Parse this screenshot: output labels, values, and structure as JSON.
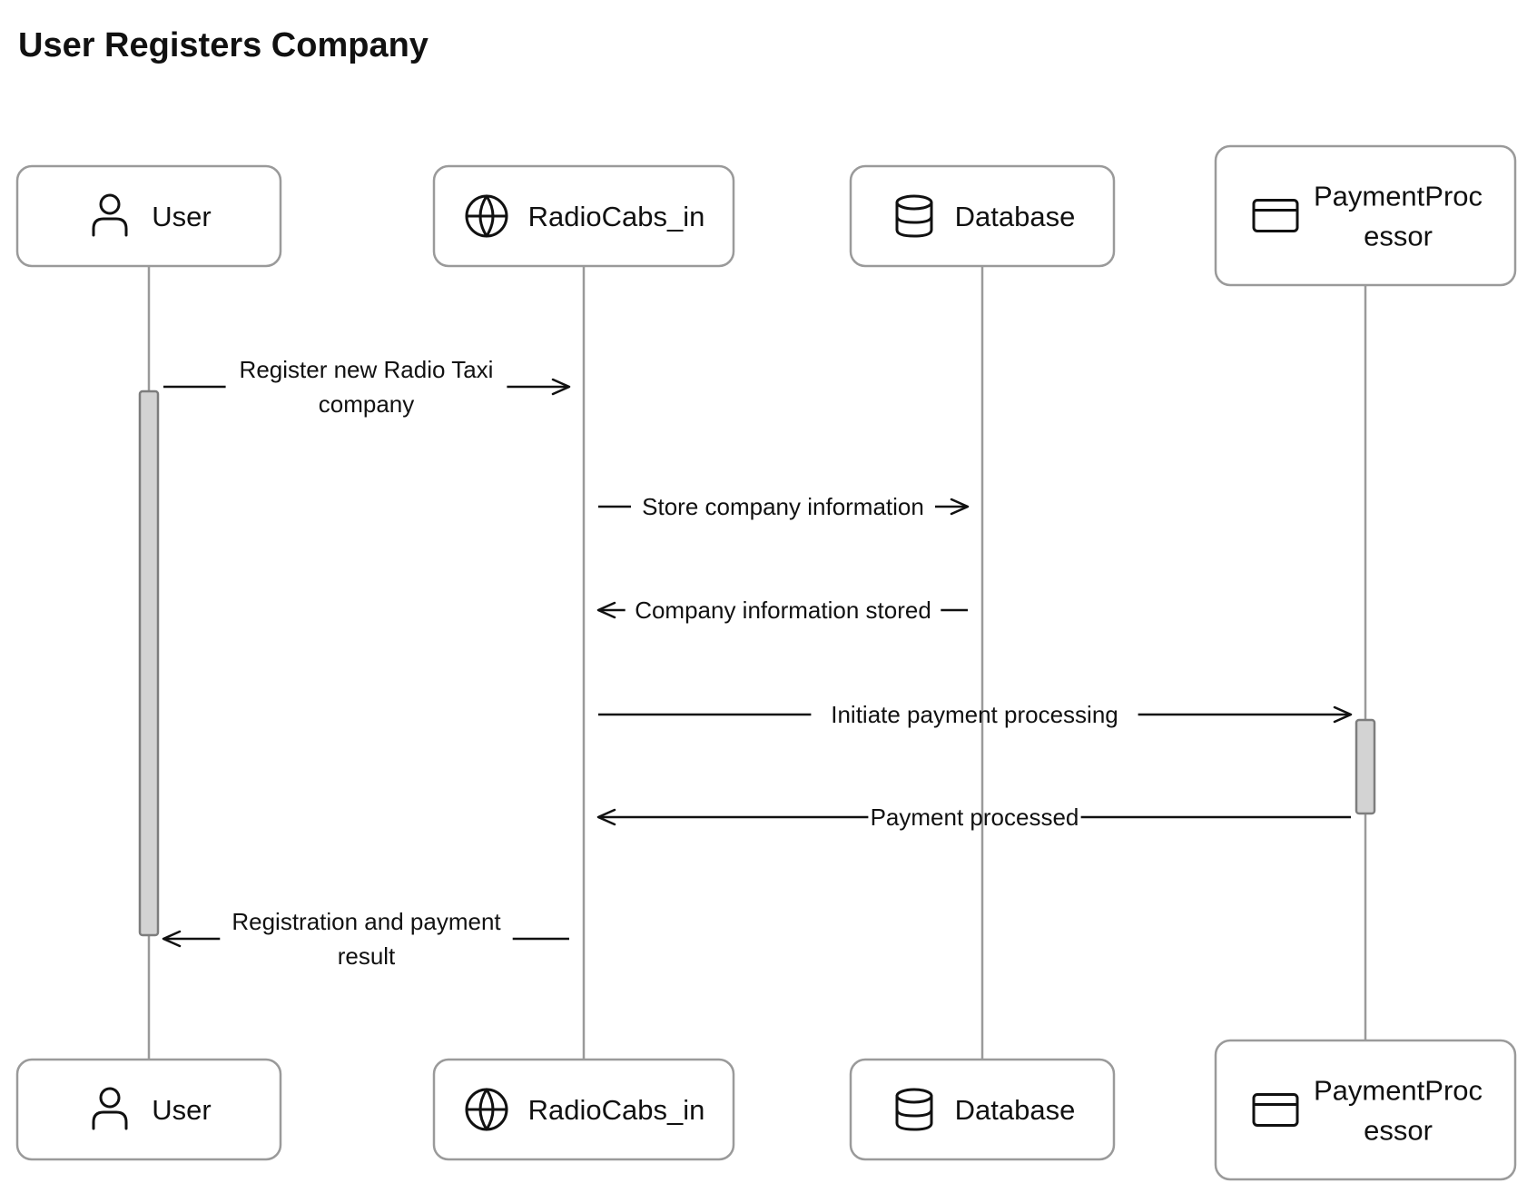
{
  "title": "User Registers Company",
  "participants": [
    {
      "id": "user",
      "name_lines": [
        "User"
      ],
      "icon": "user-icon"
    },
    {
      "id": "radiocabs",
      "name_lines": [
        "RadioCabs_in"
      ],
      "icon": "globe-icon"
    },
    {
      "id": "database",
      "name_lines": [
        "Database"
      ],
      "icon": "database-icon"
    },
    {
      "id": "payment",
      "name_lines": [
        "PaymentProc",
        "essor"
      ],
      "icon": "credit-card-icon"
    }
  ],
  "messages": [
    {
      "from": "user",
      "to": "radiocabs",
      "label_lines": [
        "Register new Radio Taxi",
        "company"
      ]
    },
    {
      "from": "radiocabs",
      "to": "database",
      "label_lines": [
        "Store company information"
      ]
    },
    {
      "from": "database",
      "to": "radiocabs",
      "label_lines": [
        "Company information stored"
      ]
    },
    {
      "from": "radiocabs",
      "to": "payment",
      "label_lines": [
        "Initiate payment processing"
      ]
    },
    {
      "from": "payment",
      "to": "radiocabs",
      "label_lines": [
        "Payment processed"
      ]
    },
    {
      "from": "radiocabs",
      "to": "user",
      "label_lines": [
        "Registration and payment",
        "result"
      ]
    }
  ],
  "activations": [
    {
      "participant": "user",
      "from_message": 0,
      "to_message": 5
    },
    {
      "participant": "payment",
      "from_message": 3,
      "to_message": 4
    }
  ],
  "colors": {
    "border": "#9a9a9a",
    "activation": "#d3d3d3",
    "text": "#111111"
  }
}
